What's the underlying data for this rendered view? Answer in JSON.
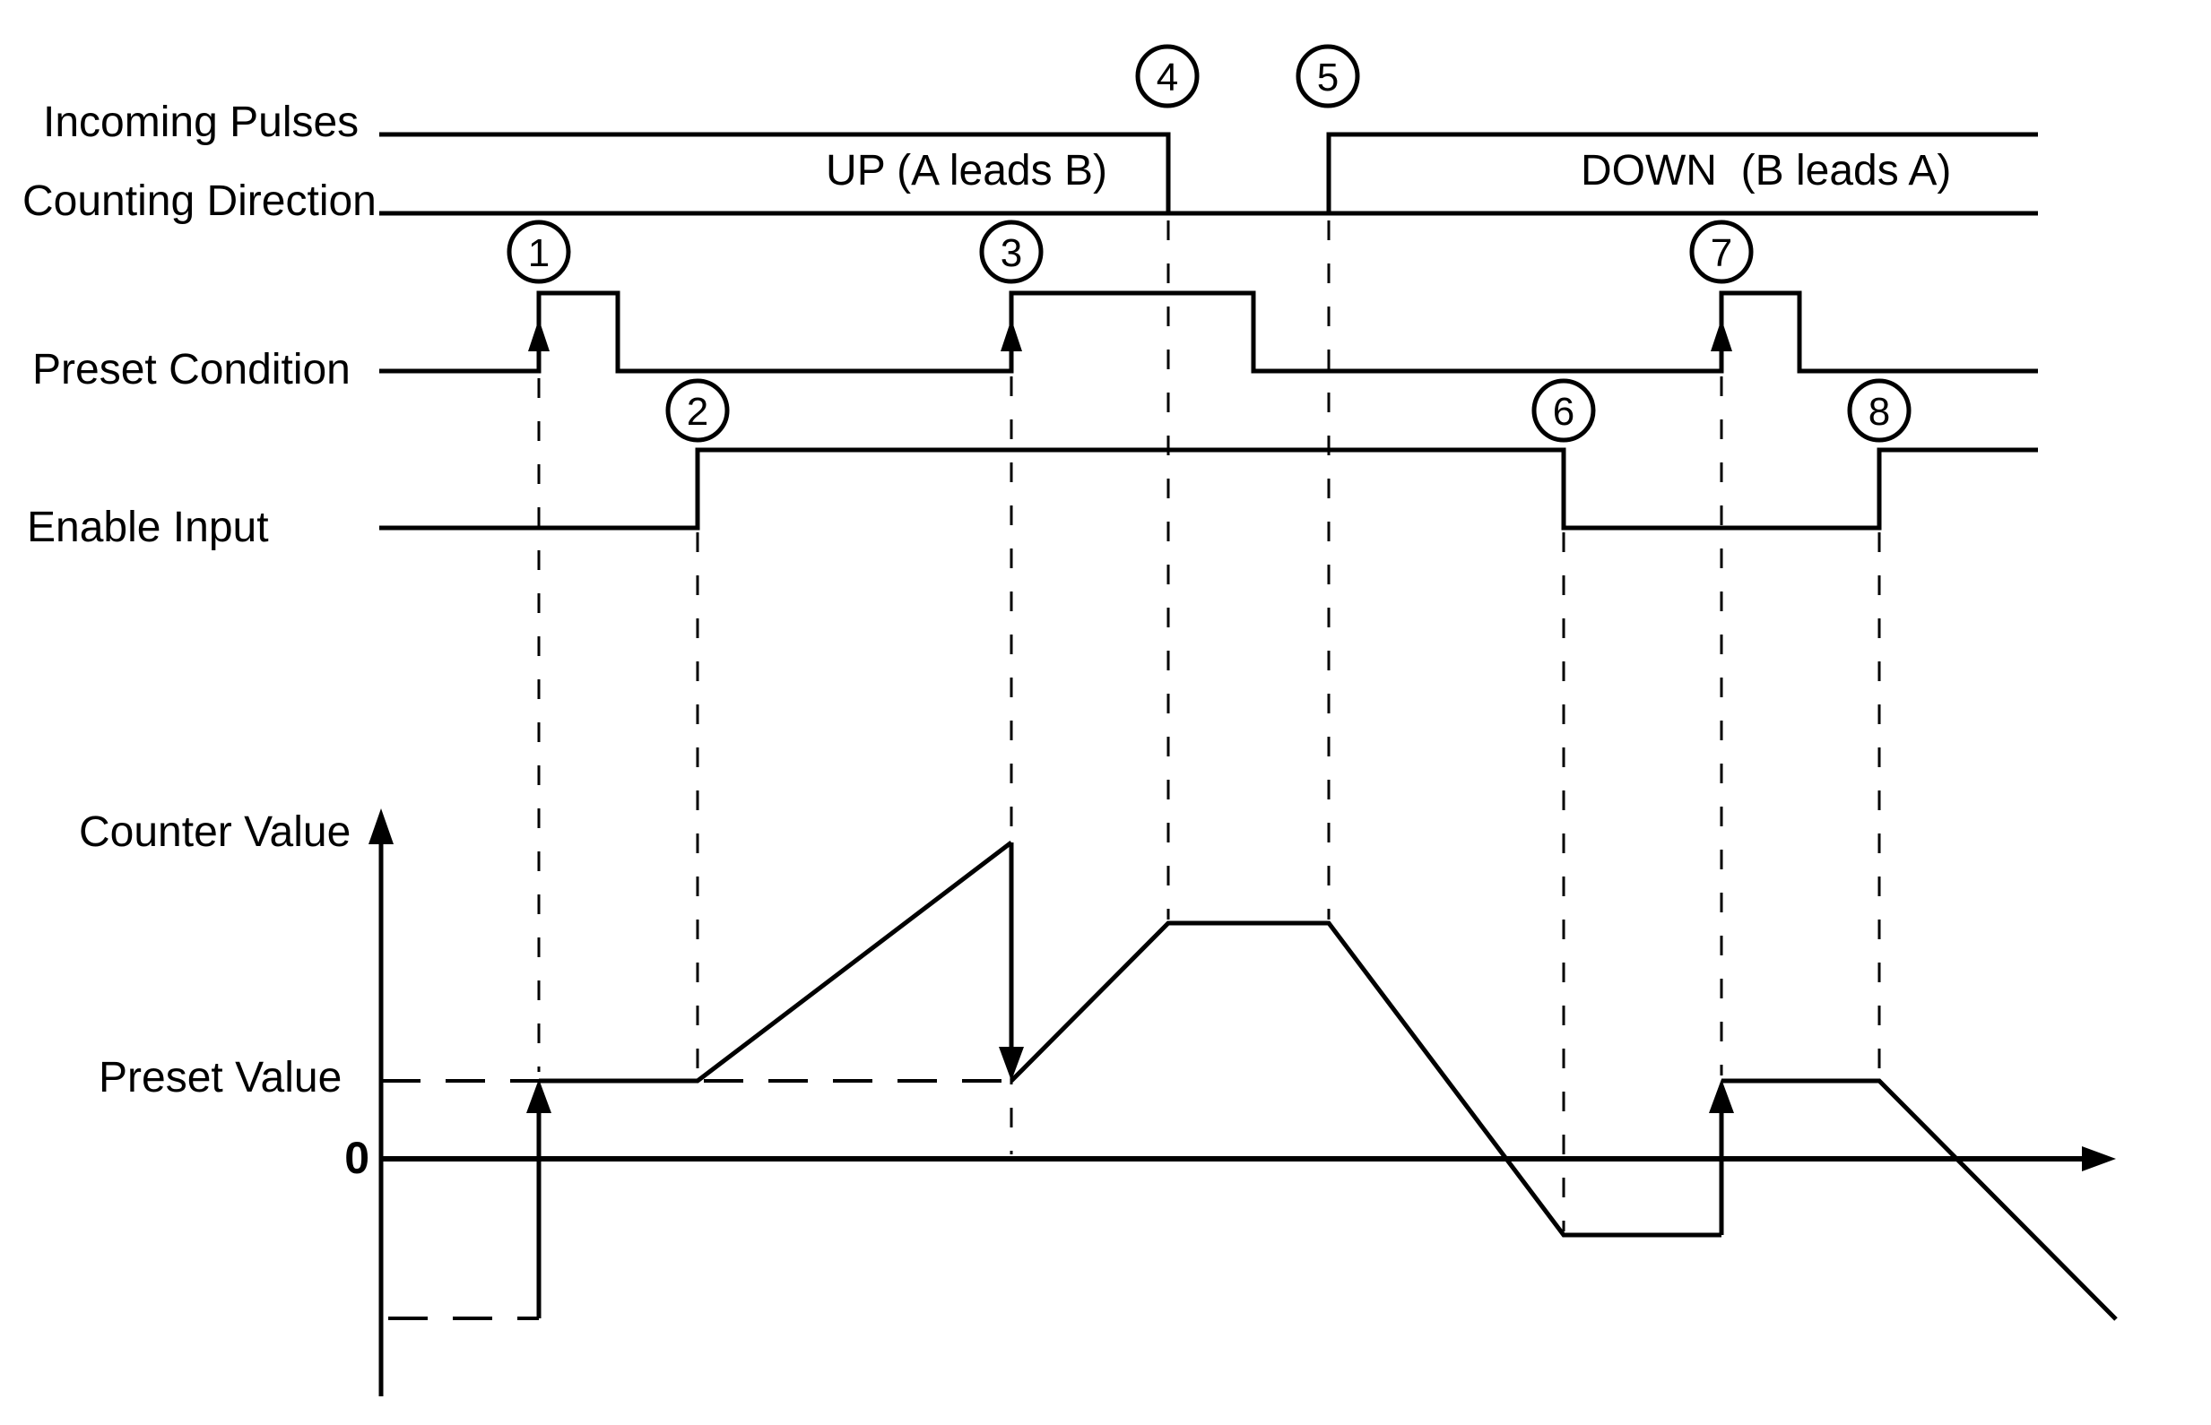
{
  "signals": [
    {
      "label": "Incoming Pulses"
    },
    {
      "label": "Counting Direction"
    },
    {
      "label": "Preset Condition"
    },
    {
      "label": "Enable Input"
    }
  ],
  "phases": {
    "up": "UP (A leads B)",
    "down": "DOWN  (B leads A)"
  },
  "counter": {
    "axis_label": "Counter Value",
    "preset_label": "Preset Value",
    "zero_label": "0"
  },
  "events": [
    {
      "n": "1"
    },
    {
      "n": "2"
    },
    {
      "n": "3"
    },
    {
      "n": "4"
    },
    {
      "n": "5"
    },
    {
      "n": "6"
    },
    {
      "n": "7"
    },
    {
      "n": "8"
    }
  ],
  "colors": {
    "line": "#000000",
    "background": "#ffffff"
  }
}
